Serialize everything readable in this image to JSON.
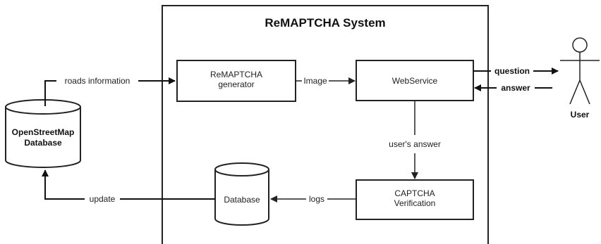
{
  "system": {
    "title": "ReMAPTCHA System"
  },
  "components": {
    "generator": [
      "ReMAPTCHA",
      "generator"
    ],
    "webservice": "WebService",
    "verification": [
      "CAPTCHA",
      "Verification"
    ],
    "database": "Database",
    "osm_database": [
      "OpenStreetMap",
      "Database"
    ],
    "user": "User"
  },
  "edges": {
    "roads_information": "roads information",
    "image": "Image",
    "question": "question",
    "answer": "answer",
    "users_answer": "user's answer",
    "logs": "logs",
    "update": "update"
  }
}
